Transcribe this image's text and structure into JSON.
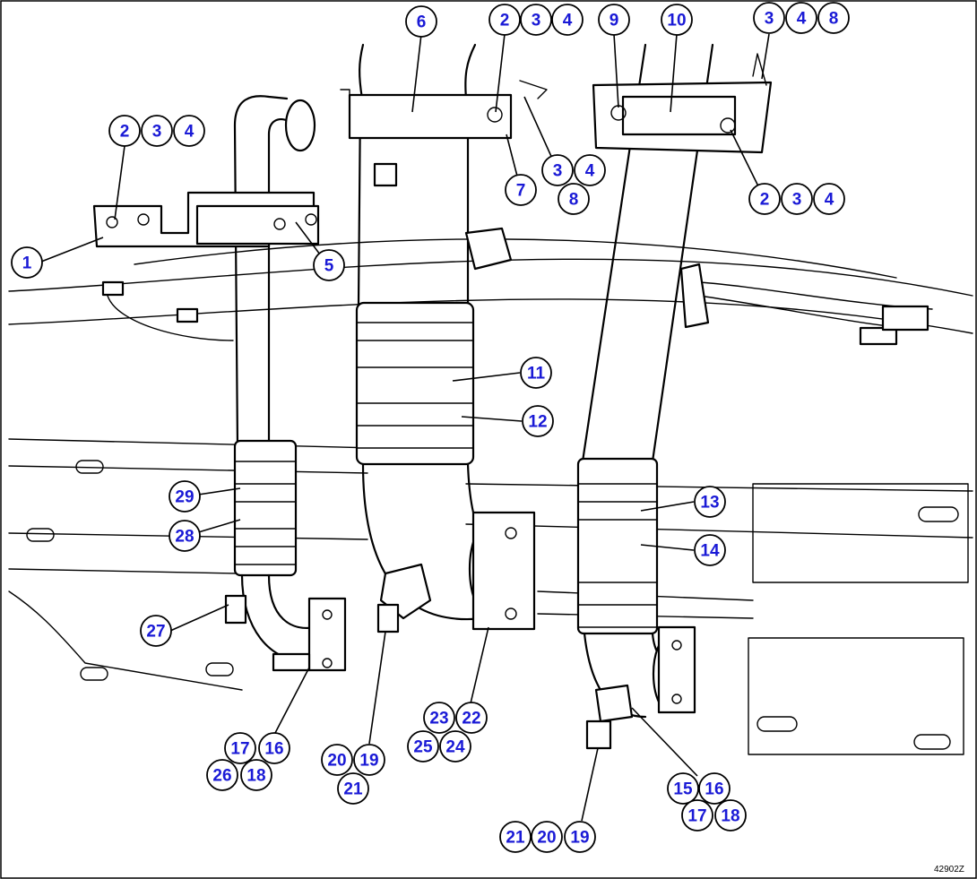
{
  "diagram": {
    "drawing_code": "42902Z",
    "callouts": [
      {
        "label": "6"
      },
      {
        "label": "2"
      },
      {
        "label": "3"
      },
      {
        "label": "4"
      },
      {
        "label": "9"
      },
      {
        "label": "10"
      },
      {
        "label": "3"
      },
      {
        "label": "4"
      },
      {
        "label": "8"
      },
      {
        "label": "2"
      },
      {
        "label": "3"
      },
      {
        "label": "4"
      },
      {
        "label": "7"
      },
      {
        "label": "3"
      },
      {
        "label": "4"
      },
      {
        "label": "8"
      },
      {
        "label": "2"
      },
      {
        "label": "3"
      },
      {
        "label": "4"
      },
      {
        "label": "1"
      },
      {
        "label": "5"
      },
      {
        "label": "11"
      },
      {
        "label": "12"
      },
      {
        "label": "29"
      },
      {
        "label": "28"
      },
      {
        "label": "13"
      },
      {
        "label": "14"
      },
      {
        "label": "27"
      },
      {
        "label": "23"
      },
      {
        "label": "22"
      },
      {
        "label": "25"
      },
      {
        "label": "24"
      },
      {
        "label": "17"
      },
      {
        "label": "16"
      },
      {
        "label": "26"
      },
      {
        "label": "18"
      },
      {
        "label": "20"
      },
      {
        "label": "19"
      },
      {
        "label": "21"
      },
      {
        "label": "15"
      },
      {
        "label": "16"
      },
      {
        "label": "17"
      },
      {
        "label": "18"
      },
      {
        "label": "21"
      },
      {
        "label": "20"
      },
      {
        "label": "19"
      }
    ]
  }
}
